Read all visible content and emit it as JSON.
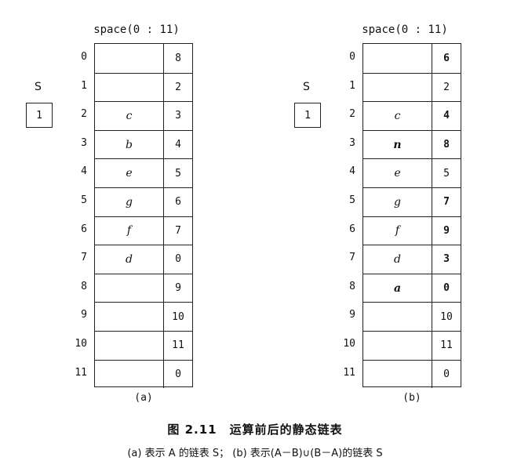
{
  "panels": [
    {
      "id": "a",
      "space_title": "space(0 : 11)",
      "s_label": "S",
      "s_value": "1",
      "caption": "(a)",
      "rows": [
        {
          "index": "0",
          "data": "",
          "next": "8",
          "bold": false
        },
        {
          "index": "1",
          "data": "",
          "next": "2",
          "bold": false
        },
        {
          "index": "2",
          "data": "c",
          "next": "3",
          "bold": false
        },
        {
          "index": "3",
          "data": "b",
          "next": "4",
          "bold": false
        },
        {
          "index": "4",
          "data": "e",
          "next": "5",
          "bold": false
        },
        {
          "index": "5",
          "data": "g",
          "next": "6",
          "bold": false
        },
        {
          "index": "6",
          "data": "f",
          "next": "7",
          "bold": false
        },
        {
          "index": "7",
          "data": "d",
          "next": "0",
          "bold": false
        },
        {
          "index": "8",
          "data": "",
          "next": "9",
          "bold": false
        },
        {
          "index": "9",
          "data": "",
          "next": "10",
          "bold": false
        },
        {
          "index": "10",
          "data": "",
          "next": "11",
          "bold": false
        },
        {
          "index": "11",
          "data": "",
          "next": "0",
          "bold": false
        }
      ]
    },
    {
      "id": "b",
      "space_title": "space(0 : 11)",
      "s_label": "S",
      "s_value": "1",
      "caption": "(b)",
      "rows": [
        {
          "index": "0",
          "data": "",
          "next": "6",
          "bold_data": false,
          "bold_next": true
        },
        {
          "index": "1",
          "data": "",
          "next": "2",
          "bold_data": false,
          "bold_next": false
        },
        {
          "index": "2",
          "data": "c",
          "next": "4",
          "bold_data": false,
          "bold_next": true
        },
        {
          "index": "3",
          "data": "n",
          "next": "8",
          "bold_data": true,
          "bold_next": true
        },
        {
          "index": "4",
          "data": "e",
          "next": "5",
          "bold_data": false,
          "bold_next": false
        },
        {
          "index": "5",
          "data": "g",
          "next": "7",
          "bold_data": false,
          "bold_next": true
        },
        {
          "index": "6",
          "data": "f",
          "next": "9",
          "bold_data": false,
          "bold_next": true
        },
        {
          "index": "7",
          "data": "d",
          "next": "3",
          "bold_data": false,
          "bold_next": true
        },
        {
          "index": "8",
          "data": "a",
          "next": "0",
          "bold_data": true,
          "bold_next": true
        },
        {
          "index": "9",
          "data": "",
          "next": "10",
          "bold_data": false,
          "bold_next": false
        },
        {
          "index": "10",
          "data": "",
          "next": "11",
          "bold_data": false,
          "bold_next": false
        },
        {
          "index": "11",
          "data": "",
          "next": "0",
          "bold_data": false,
          "bold_next": false
        }
      ]
    }
  ],
  "figure_title": "图 2.11　运算前后的静态链表",
  "figure_note": "(a) 表示 A 的链表 S；  (b) 表示(A－B)∪(B－A)的链表 S"
}
